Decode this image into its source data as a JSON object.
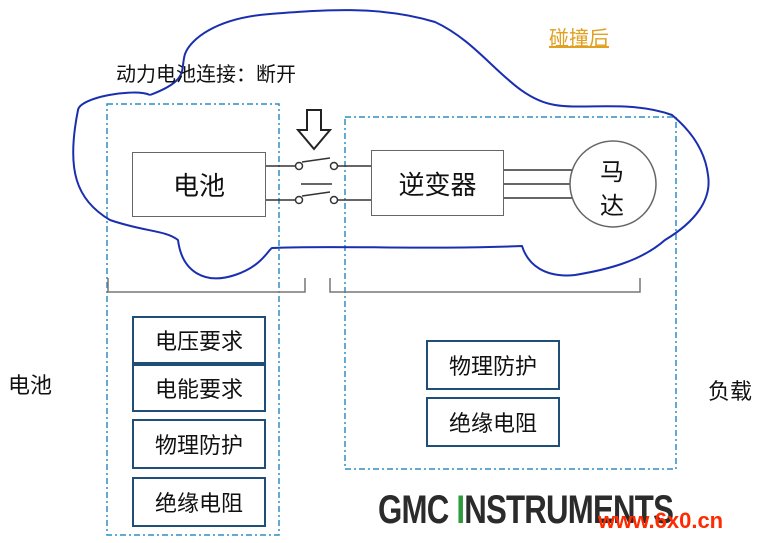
{
  "header": {
    "after_collision_link": "碰撞后"
  },
  "connection_status": "动力电池连接：断开",
  "side_labels": {
    "battery": "电池",
    "load": "负载"
  },
  "components": {
    "battery": "电池",
    "inverter": "逆变器",
    "motor_line1": "马",
    "motor_line2": "达"
  },
  "battery_requirements": [
    "电压要求",
    "电能要求",
    "物理防护",
    "绝缘电阻"
  ],
  "load_requirements": [
    "物理防护",
    "绝缘电阻"
  ],
  "logo": {
    "part1": "GMC ",
    "part2": "I",
    "part3": "NSTRUMENTS"
  },
  "watermark": "www.6x0.cn",
  "colors": {
    "box_border": "#1f4e79",
    "dashed_frame": "#2e8fc0",
    "sketch": "#1a2fb0",
    "link": "#e0a020",
    "watermark": "#ff2a00"
  }
}
